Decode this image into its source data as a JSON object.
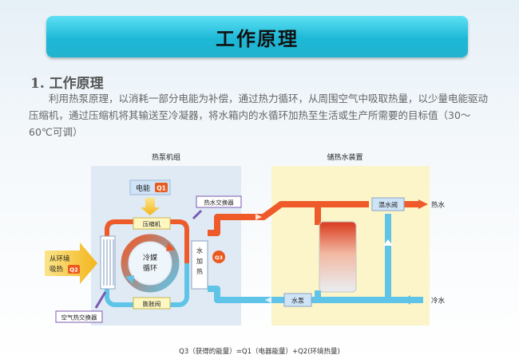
{
  "slide": {
    "title": "工作原理",
    "section_heading": "1. 工作原理",
    "intro": "利用热泵原理，以消耗一部分电能为补偿，通过热力循环，从周围空气中吸取热量，以少量电能驱动压缩机，通过压缩机将其输送至冷凝器，将水箱内的水循环加热至生活或生产所需要的目标值（30～60℃可调）"
  },
  "diagram": {
    "heat_pump_unit": "热泵机组",
    "storage_unit": "储热水装置",
    "electric_energy": "电能",
    "q1": "Q1",
    "q2": "Q2",
    "q3": "Q3",
    "compressor": "压缩机",
    "expansion_valve": "膨胀阀",
    "refrigerant_line1": "冷媒",
    "refrigerant_line2": "循环",
    "water_heat_exchanger": "热水交换器",
    "water_heating": [
      "水",
      "加",
      "热"
    ],
    "ambient_heat_line1": "从环境",
    "ambient_heat_line2": "吸热",
    "air_heat_exchanger": "空气热交换器",
    "mixing_valve": "混水阀",
    "hot_water": "热水",
    "pump": "水泵",
    "cold_water": "冷水",
    "formula": "Q3（获得的能量）=Q1（电器能量）+Q2(环境热量)"
  },
  "colors": {
    "title_bar": "#1db8d7",
    "hot_pipe": "#ef5a2a",
    "cold_pipe": "#5fc4e8",
    "arrow_yellow": "#f7c32c",
    "label_purple": "#7b59b0"
  }
}
